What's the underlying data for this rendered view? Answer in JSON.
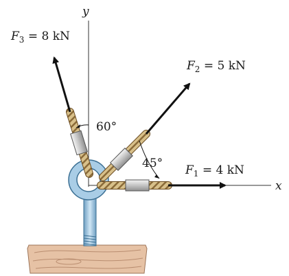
{
  "axes": {
    "x": "x",
    "y": "y"
  },
  "forces": [
    {
      "symbol": "F",
      "subscript": "3",
      "rest": " = 8 kN"
    },
    {
      "symbol": "F",
      "subscript": "2",
      "rest": " = 5 kN"
    },
    {
      "symbol": "F",
      "subscript": "1",
      "rest": " = 4 kN"
    }
  ],
  "angles": {
    "a60": "60°",
    "a45": "45°"
  },
  "colors": {
    "rope": "#d8c08a",
    "rope_stripe": "#7a5a2a",
    "sleeve": "#cfcfcf",
    "eyebolt": "#a9cde6",
    "eyebolt_stroke": "#3b6f93",
    "wood": "#e6c2a5",
    "wood_grain": "#b98d70",
    "arrow": "#111111"
  }
}
